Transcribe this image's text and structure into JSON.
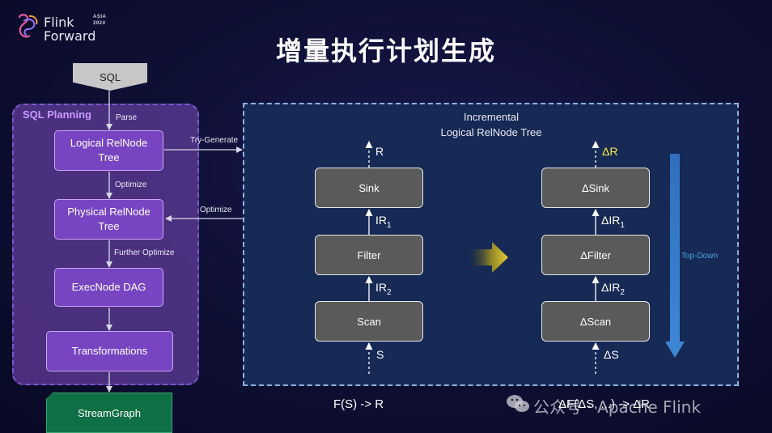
{
  "logo": {
    "line1": "Flink",
    "line2": "Forward",
    "badge_top": "ASIA",
    "badge_bottom": "2024"
  },
  "title": "增量执行计划生成",
  "planning": {
    "group_label": "SQL Planning",
    "sql": "SQL",
    "logical": "Logical RelNode Tree",
    "physical": "Physical RelNode Tree",
    "execnode": "ExecNode DAG",
    "transformations": "Transformations",
    "streamgraph": "StreamGraph",
    "edges": {
      "parse": "Parse",
      "optimize": "Optimize",
      "further": "Further Optimize",
      "try_generate": "Try-Generate",
      "optimize_back": "Optimize"
    }
  },
  "incremental": {
    "title_line1": "Incremental",
    "title_line2": "Logical RelNode Tree",
    "left": {
      "boxes": [
        "Sink",
        "Filter",
        "Scan"
      ],
      "out": "R",
      "ir1": "IR",
      "ir1_sub": "1",
      "ir2": "IR",
      "ir2_sub": "2",
      "in": "S"
    },
    "right": {
      "boxes": [
        "ΔSink",
        "ΔFilter",
        "ΔScan"
      ],
      "out": "ΔR",
      "ir1": "ΔIR",
      "ir1_sub": "1",
      "ir2": "ΔIR",
      "ir2_sub": "2",
      "in": "ΔS"
    },
    "topdown": "Top-Down"
  },
  "formulas": {
    "left": "F(S) -> R",
    "right": "ΔF(ΔS, ...) -> ΔR"
  },
  "watermark": "公众号 · Apache Flink",
  "colors": {
    "accent_yellow": "#f7e84a",
    "topdown_blue": "#3d86d6",
    "planning_purple": "#7845c2",
    "stream_green": "#0f6f45"
  }
}
